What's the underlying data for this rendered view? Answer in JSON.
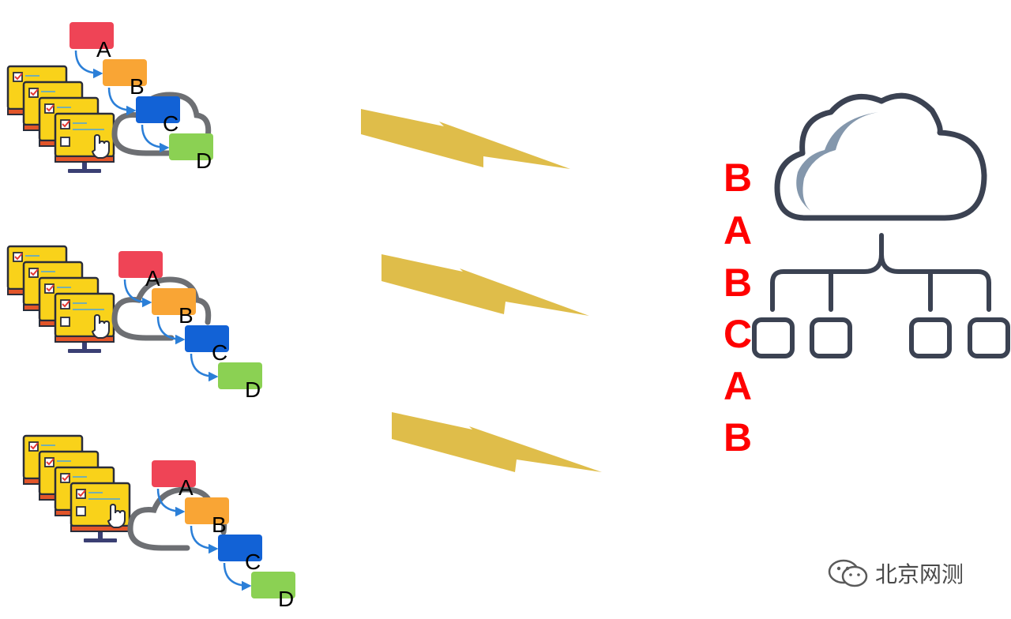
{
  "colors": {
    "block_a": "#ef4456",
    "block_b": "#f9a535",
    "block_c": "#1262d6",
    "block_d": "#8bd153",
    "arrow": "#2b7fd8",
    "cloud_loop": "#6d6f73",
    "bolt": "#dfbd4a",
    "sequence": "#ff0000",
    "server": "#3b4252",
    "server_shade": "#8497ac",
    "monitor_face": "#f9d21a",
    "monitor_border": "#2a2d3a",
    "monitor_stand": "#3a3f73"
  },
  "clients": [
    {
      "blocks": [
        {
          "id": "a",
          "label": "A"
        },
        {
          "id": "b",
          "label": "B"
        },
        {
          "id": "c",
          "label": "C"
        },
        {
          "id": "d",
          "label": "D"
        }
      ]
    },
    {
      "blocks": [
        {
          "id": "a",
          "label": "A"
        },
        {
          "id": "b",
          "label": "B"
        },
        {
          "id": "c",
          "label": "C"
        },
        {
          "id": "d",
          "label": "D"
        }
      ]
    },
    {
      "blocks": [
        {
          "id": "a",
          "label": "A"
        },
        {
          "id": "b",
          "label": "B"
        },
        {
          "id": "c",
          "label": "C"
        },
        {
          "id": "d",
          "label": "D"
        }
      ]
    }
  ],
  "received_sequence": [
    "B",
    "A",
    "B",
    "C",
    "A",
    "B"
  ],
  "watermark": {
    "text": "北京网测",
    "icon": "wechat-icon"
  }
}
